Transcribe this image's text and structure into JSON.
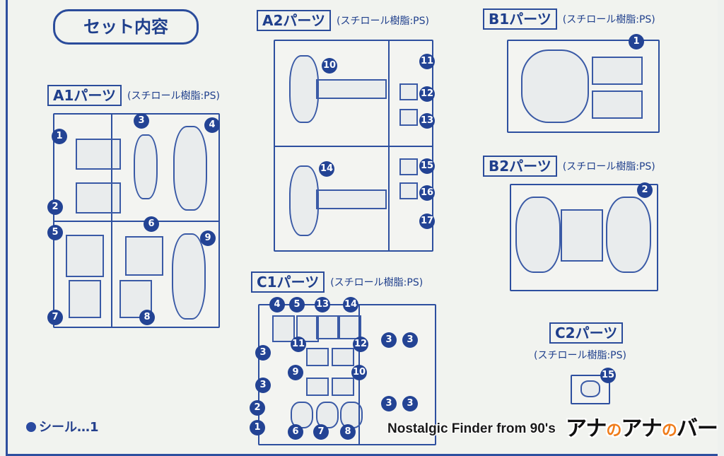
{
  "set_contents_title": "セット内容",
  "material": "(スチロール樹脂:PS)",
  "parts": {
    "a1": {
      "label": "A1パーツ",
      "numbers": [
        "1",
        "2",
        "3",
        "4",
        "5",
        "6",
        "7",
        "8",
        "9"
      ]
    },
    "a2": {
      "label": "A2パーツ",
      "numbers": [
        "10",
        "11",
        "12",
        "13",
        "14",
        "15",
        "16",
        "17"
      ]
    },
    "b1": {
      "label": "B1パーツ",
      "numbers": [
        "1"
      ]
    },
    "b2": {
      "label": "B2パーツ",
      "numbers": [
        "2"
      ]
    },
    "c1": {
      "label": "C1パーツ",
      "numbers": [
        "4",
        "5",
        "13",
        "14",
        "3",
        "3",
        "11",
        "12",
        "3",
        "9",
        "10",
        "3",
        "2",
        "1",
        "6",
        "7",
        "8",
        "3",
        "3"
      ]
    },
    "c2": {
      "label": "C2パーツ",
      "numbers": [
        "15"
      ]
    }
  },
  "seal": "シール…1",
  "watermark": "Nostalgic Finder from 90's",
  "logo": {
    "part1": "アナ",
    "o1": "の",
    "part2": "アナ",
    "o2": "の",
    "part3": "バー"
  }
}
